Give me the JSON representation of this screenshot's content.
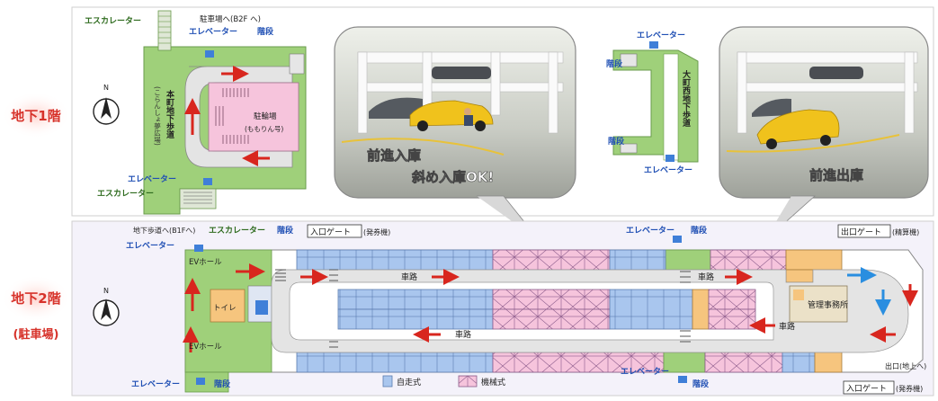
{
  "floors": {
    "b1": {
      "label": "地下1階"
    },
    "b2": {
      "label": "地下2階",
      "sub": "(駐車場)"
    }
  },
  "b1_map": {
    "escalator_top": "エスカレーター",
    "parking_to_b2": "駐車場へ(B2F へ)",
    "elevator_top": "エレベーター",
    "stairs_top": "階段",
    "underpass": "本町地下歩道",
    "underpass_sub": "(こらんしょ夢広場)",
    "parking": "駐輪場",
    "parking_sub": "(ももりん号)",
    "elevator_bottom": "エレベーター",
    "escalator_bottom": "エスカレーター",
    "compass": "N"
  },
  "b1_right": {
    "elevator_top": "エレベーター",
    "stairs_top": "階段",
    "underpass": "大町西地下歩道",
    "stairs_bottom": "階段",
    "elevator_bottom": "エレベーター"
  },
  "photos": {
    "left_caption1": "前進入庫",
    "left_caption2": "斜め入庫OK!",
    "right_caption": "前進出庫"
  },
  "b2_map": {
    "underpass_b1": "地下歩道へ(B1Fへ)",
    "escalator": "エスカレーター",
    "stairs_top": "階段",
    "entry_gate": "入口ゲート",
    "entry_gate_sub": "(発券機)",
    "elevator_top_mid": "エレベーター",
    "stairs_top_mid": "階段",
    "exit_gate": "出口ゲート",
    "exit_gate_sub": "(精算機)",
    "elevator_left": "エレベーター",
    "ev_hall_top": "EVホール",
    "ev_hall_bottom": "EVホール",
    "toilet": "トイレ",
    "road1": "車路",
    "road2": "車路",
    "road3": "車路",
    "road4": "車路",
    "office": "管理事務所",
    "elevator_bottom_left": "エレベーター",
    "stairs_bottom_left": "階段",
    "elevator_bottom_mid": "エレベーター",
    "stairs_bottom_mid": "階段",
    "exit_ground": "出口(地上へ)",
    "entry_gate2": "入口ゲート",
    "entry_gate2_sub": "(発券機)",
    "compass": "N"
  },
  "legend": {
    "self": "自走式",
    "mech": "機械式"
  },
  "colors": {
    "green": "#9fd07a",
    "pink": "#f6c4dc",
    "blue": "#a9c6ee",
    "orange": "#f6c57e",
    "road": "#e4e4e4",
    "label_blue": "#1f4fb4",
    "label_green": "#2e6b1e",
    "red": "#d8261e",
    "floor_red": "#d7332b"
  }
}
